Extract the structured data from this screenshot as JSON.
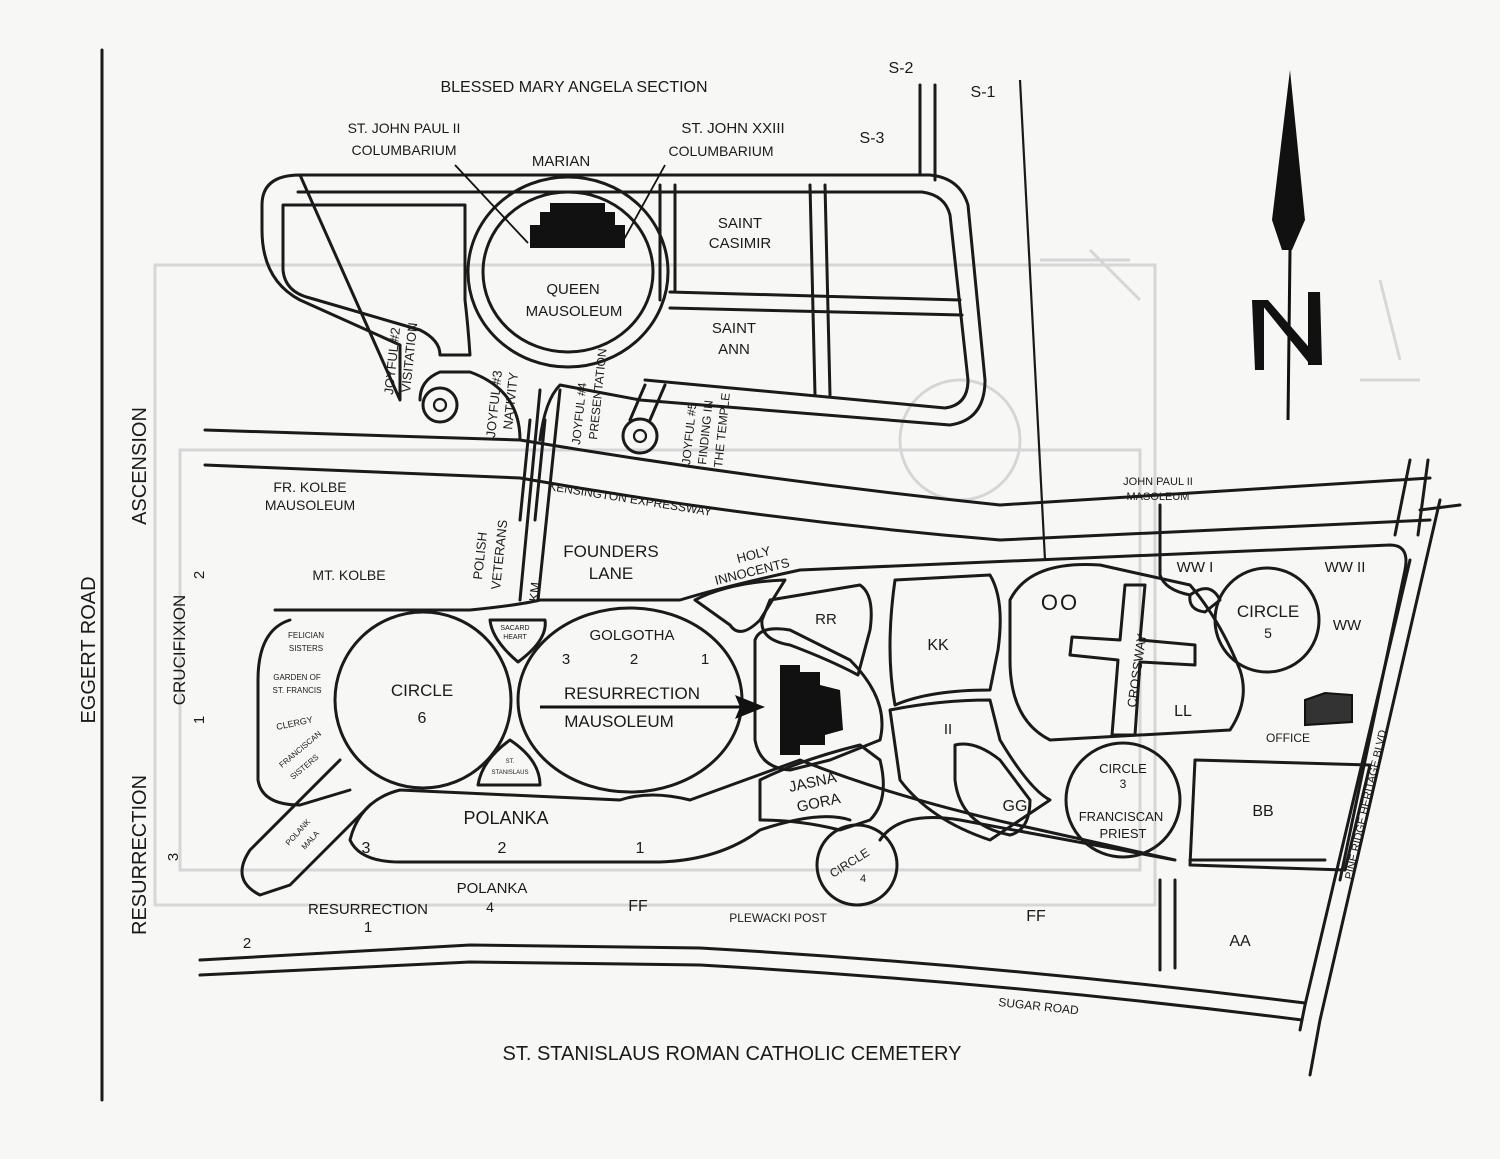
{
  "title": "ST. STANISLAUS ROMAN CATHOLIC CEMETERY",
  "roads": {
    "eggert": "EGGERT ROAD",
    "kensington": "KENSINGTON EXPRESSWAY",
    "sugar": "SUGAR ROAD",
    "pine_ridge": "PINE RIDGE HERITAGE BLVD.",
    "founders": [
      "FOUNDERS",
      "LANE"
    ],
    "crossway": "CROSSWAY",
    "plewacki": "PLEWACKI POST"
  },
  "north_label": "N",
  "sections": {
    "blessed": "BLESSED MARY ANGELA SECTION",
    "s2": "S-2",
    "s1": "S-1",
    "s3": "S-3",
    "jp2_col": [
      "ST. JOHN PAUL II",
      "COLUMBARIUM"
    ],
    "j23_col": [
      "ST. JOHN XXIII",
      "COLUMBARIUM"
    ],
    "marian": "MARIAN",
    "saint_casimir": [
      "SAINT",
      "CASIMIR"
    ],
    "queen": [
      "QUEEN",
      "MAUSOLEUM"
    ],
    "saint_ann": [
      "SAINT",
      "ANN"
    ],
    "joyful2": [
      "JOYFUL #2",
      "VISITATION"
    ],
    "joyful3": [
      "JOYFUL #3",
      "NATIVITY"
    ],
    "joyful4": [
      "JOYFUL #4",
      "PRESENTATION"
    ],
    "joyful5": [
      "JOYFUL #5",
      "FINDING IN",
      "THE TEMPLE"
    ],
    "ascension": "ASCENSION",
    "kolbe_maus": [
      "FR. KOLBE",
      "MAUSOLEUM"
    ],
    "polish_vets": [
      "POLISH",
      "VETERANS"
    ],
    "km": "KM",
    "mt_kolbe": "MT. KOLBE",
    "crucifixion": "CRUCIFIXION",
    "cru2": "2",
    "cru1": "1",
    "holy": [
      "HOLY",
      "INNOCENTS"
    ],
    "jp2_maus": [
      "JOHN PAUL II",
      "MASOLEUM"
    ],
    "ww1": "WW I",
    "ww2": "WW II",
    "ww": "WW",
    "oo": "OO",
    "rr": "RR",
    "kk": "KK",
    "ii": "II",
    "ll": "LL",
    "gg": "GG",
    "bb": "BB",
    "aa": "AA",
    "ff1": "FF",
    "ff2": "FF",
    "circle5": [
      "CIRCLE",
      "5"
    ],
    "circle3": [
      "CIRCLE",
      "3"
    ],
    "franciscan_priest": [
      "FRANCISCAN",
      "PRIEST"
    ],
    "office": "OFFICE",
    "felician": [
      "FELICIAN",
      "SISTERS"
    ],
    "garden": [
      "GARDEN OF",
      "ST. FRANCIS"
    ],
    "clergy": "CLERGY",
    "franciscan_sisters": [
      "FRANCISCAN",
      "SISTERS"
    ],
    "circle6": [
      "CIRCLE",
      "6"
    ],
    "sacred": [
      "SACARD",
      "HEART"
    ],
    "golgotha": "GOLGOTHA",
    "gol3": "3",
    "gol2": "2",
    "gol1": "1",
    "resurrection_maus": [
      "RESURRECTION",
      "MAUSOLEUM"
    ],
    "st_stan": [
      "ST.",
      "STANISLAUS"
    ],
    "jasna": [
      "JASNA",
      "GORA"
    ],
    "circle4": [
      "CIRCLE",
      "4"
    ],
    "polanka": "POLANKA",
    "pol3": "3",
    "pol2": "2",
    "pol1": "1",
    "polanka4": [
      "POLANKA",
      "4"
    ],
    "polank_mala": [
      "POLANK",
      "MALA"
    ],
    "resurrection_side": "RESURRECTION",
    "res3": "3",
    "res2": "2",
    "resurrection1": [
      "RESURRECTION",
      "1"
    ]
  }
}
